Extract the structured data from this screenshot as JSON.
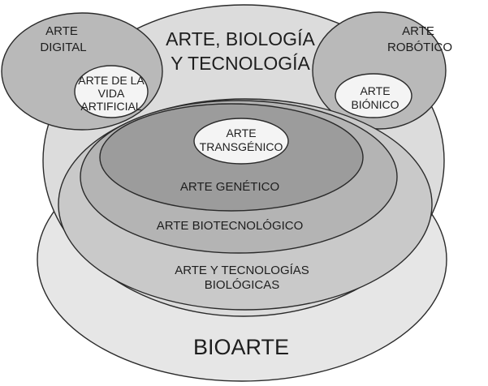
{
  "regions": {
    "bioarte": {
      "label": "BIOARTE",
      "fill": "#e6e6e6"
    },
    "arte_biologia_tecnologia": {
      "line1": "ARTE, BIOLOGÍA",
      "line2": "Y TECNOLOGÍA",
      "fill": "#dcdcdc"
    },
    "arte_digital": {
      "line1": "ARTE",
      "line2": "DIGITAL",
      "fill": "#b9b9b9"
    },
    "arte_vida_artificial": {
      "line1": "ARTE DE LA",
      "line2": "VIDA",
      "line3": "ARTIFICIAL",
      "fill": "#f4f4f4"
    },
    "arte_robotico": {
      "line1": "ARTE",
      "line2": "ROBÓTICO",
      "fill": "#b9b9b9"
    },
    "arte_bionico": {
      "line1": "ARTE",
      "line2": "BIÓNICO",
      "fill": "#f4f4f4"
    },
    "arte_tecnologias_biologicas": {
      "line1": "ARTE Y TECNOLOGÍAS",
      "line2": "BIOLÓGICAS",
      "fill": "#c9c9c9"
    },
    "arte_biotecnologico": {
      "label": "ARTE BIOTECNOLÓGICO",
      "fill": "#b4b4b4"
    },
    "arte_genetico": {
      "label": "ARTE GENÉTICO",
      "fill": "#9c9c9c"
    },
    "arte_transgenico": {
      "line1": "ARTE",
      "line2": "TRANSGÉNICO",
      "fill": "#f4f4f4"
    }
  }
}
